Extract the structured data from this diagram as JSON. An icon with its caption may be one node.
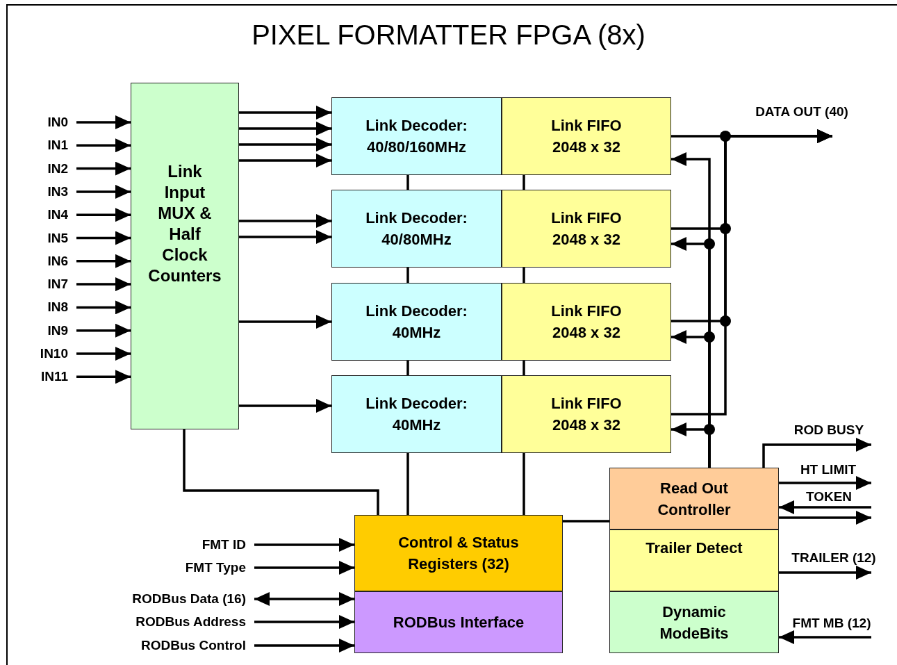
{
  "diagram": {
    "title": "PIXEL FORMATTER FPGA (8x)",
    "nodes": [
      {
        "text": [
          "IN0"
        ]
      },
      {
        "text": [
          "IN1"
        ]
      },
      {
        "text": [
          "IN2"
        ]
      },
      {
        "text": [
          "IN3"
        ]
      },
      {
        "text": [
          "IN4"
        ]
      },
      {
        "text": [
          "IN5"
        ]
      },
      {
        "text": [
          "IN6"
        ]
      },
      {
        "text": [
          "IN7"
        ]
      },
      {
        "text": [
          "IN8"
        ]
      },
      {
        "text": [
          "IN9"
        ]
      },
      {
        "text": [
          "IN10"
        ]
      },
      {
        "text": [
          "IN11"
        ]
      },
      {
        "text": [
          "Link Input MUX & Half Clock Counters"
        ]
      },
      {
        "text": [
          "Link Decoder: 40/80/160MHz"
        ]
      },
      {
        "text": [
          "Link FIFO 2048 x 32"
        ]
      },
      {
        "text": [
          "Link Decoder: 40/80MHz"
        ]
      },
      {
        "text": [
          "Link FIFO 2048 x 32"
        ]
      },
      {
        "text": [
          "Link Decoder: 40MHz"
        ]
      },
      {
        "text": [
          "Link FIFO 2048 x 32"
        ]
      },
      {
        "text": [
          "Link Decoder: 40MHz"
        ]
      },
      {
        "text": [
          "Link FIFO 2048 x 32"
        ]
      },
      {
        "text": [
          "Read Out Controller"
        ]
      },
      {
        "text": [
          "Trailer Detect"
        ]
      },
      {
        "text": [
          "Dynamic ModeBits"
        ]
      },
      {
        "text": [
          "Control & Status Registers (32)"
        ]
      },
      {
        "text": [
          "RODBus Interface"
        ]
      },
      {
        "text": [
          "FMT ID"
        ]
      },
      {
        "text": [
          "FMT Type"
        ]
      },
      {
        "text": [
          "RODBus Data (16)"
        ]
      },
      {
        "text": [
          "RODBus Address"
        ]
      },
      {
        "text": [
          "RODBus Control"
        ]
      }
    ],
    "edges": [
      {
        "from": 0,
        "to": 12,
        "arrow": "to"
      },
      {
        "from": 1,
        "to": 12,
        "arrow": "to"
      },
      {
        "from": 2,
        "to": 12,
        "arrow": "to"
      },
      {
        "from": 3,
        "to": 12,
        "arrow": "to"
      },
      {
        "from": 4,
        "to": 12,
        "arrow": "to"
      },
      {
        "from": 5,
        "to": 12,
        "arrow": "to"
      },
      {
        "from": 6,
        "to": 12,
        "arrow": "to"
      },
      {
        "from": 7,
        "to": 12,
        "arrow": "to"
      },
      {
        "from": 8,
        "to": 12,
        "arrow": "to"
      },
      {
        "from": 9,
        "to": 12,
        "arrow": "to"
      },
      {
        "from": 10,
        "to": 12,
        "arrow": "to"
      },
      {
        "from": 11,
        "to": 12,
        "arrow": "to"
      },
      {
        "from": 12,
        "to": 13,
        "arrow": "to"
      },
      {
        "from": 12,
        "to": 13,
        "arrow": "to"
      },
      {
        "from": 12,
        "to": 13,
        "arrow": "to"
      },
      {
        "from": 12,
        "to": 13,
        "arrow": "to"
      },
      {
        "from": 12,
        "to": 15,
        "arrow": "to"
      },
      {
        "from": 12,
        "to": 15,
        "arrow": "to"
      },
      {
        "from": 12,
        "to": 17,
        "arrow": "to"
      },
      {
        "from": 12,
        "to": 19,
        "arrow": "to"
      },
      {
        "from": 13,
        "to": 15,
        "arrow": "none"
      },
      {
        "from": 15,
        "to": 17,
        "arrow": "none"
      },
      {
        "from": 17,
        "to": 19,
        "arrow": "none"
      },
      {
        "from": 14,
        "to": 16,
        "arrow": "none"
      },
      {
        "from": 16,
        "to": 18,
        "arrow": "none"
      },
      {
        "from": 18,
        "to": 20,
        "arrow": "none"
      },
      {
        "from": 19,
        "to": 24,
        "arrow": "none"
      },
      {
        "from": 20,
        "to": 24,
        "arrow": "none"
      },
      {
        "from": 12,
        "to": 24,
        "arrow": "none"
      },
      {
        "from": 24,
        "to": 21,
        "arrow": "none"
      },
      {
        "from": 14,
        "to": null,
        "arrow": "to",
        "label": "DATA OUT (40)"
      },
      {
        "from": 16,
        "to": null,
        "arrow": "to"
      },
      {
        "from": 18,
        "to": null,
        "arrow": "to"
      },
      {
        "from": 20,
        "to": null,
        "arrow": "to"
      },
      {
        "from": 21,
        "to": 14,
        "arrow": "to"
      },
      {
        "from": 21,
        "to": 16,
        "arrow": "to"
      },
      {
        "from": 21,
        "to": 18,
        "arrow": "to"
      },
      {
        "from": 21,
        "to": 20,
        "arrow": "to"
      },
      {
        "from": 21,
        "to": null,
        "arrow": "to",
        "label": "ROD BUSY"
      },
      {
        "from": 21,
        "to": null,
        "arrow": "to",
        "label": "HT LIMIT"
      },
      {
        "from": null,
        "to": 21,
        "arrow": "to",
        "label": "TOKEN"
      },
      {
        "from": 21,
        "to": null,
        "arrow": "to"
      },
      {
        "from": 22,
        "to": null,
        "arrow": "to",
        "label": "TRAILER (12)"
      },
      {
        "from": null,
        "to": 23,
        "arrow": "to",
        "label": "FMT MB (12)"
      },
      {
        "from": 26,
        "to": 24,
        "arrow": "to"
      },
      {
        "from": 27,
        "to": 24,
        "arrow": "to"
      },
      {
        "from": 28,
        "to": 25,
        "arrow": "both"
      },
      {
        "from": 29,
        "to": 25,
        "arrow": "to"
      },
      {
        "from": 30,
        "to": 25,
        "arrow": "to"
      }
    ]
  }
}
